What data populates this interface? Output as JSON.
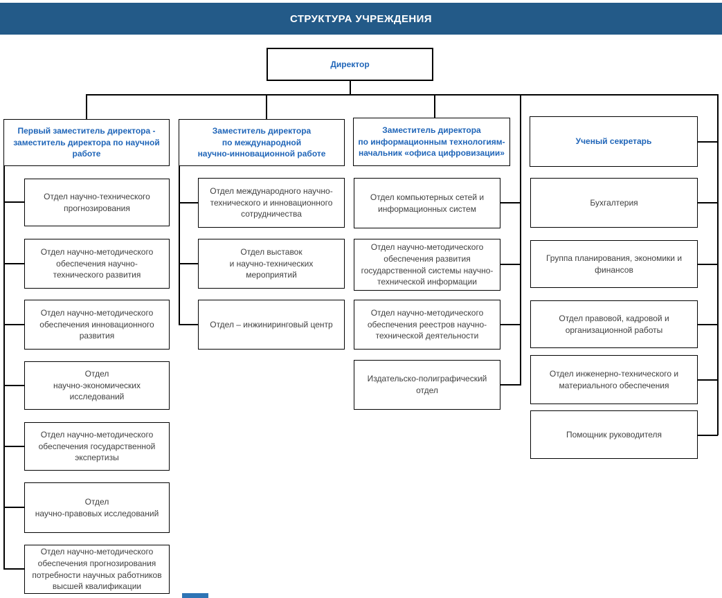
{
  "banner": {
    "title": "СТРУКТУРА УЧРЕЖДЕНИЯ"
  },
  "director": {
    "label": "Директор"
  },
  "columns": [
    {
      "header": "Первый заместитель директора -\nзаместитель директора по научной\nработе",
      "items": [
        "Отдел научно-технического\nпрогнозирования",
        "Отдел научно-методического\nобеспечения научно-\nтехнического развития",
        "Отдел научно-методического\nобеспечения инновационного\nразвития",
        "Отдел\nнаучно-экономических\nисследований",
        "Отдел научно-методического\nобеспечения государственной\nэкспертизы",
        "Отдел\nнаучно-правовых исследований",
        "Отдел научно-методического\nобеспечения прогнозирования\nпотребности научных работников\nвысшей квалификации"
      ]
    },
    {
      "header": "Заместитель директора\nпо международной\nнаучно-инновационной работе",
      "items": [
        "Отдел международного научно-\nтехнического и инновационного\nсотрудничества",
        "Отдел выставок\nи научно-технических\nмероприятий",
        "Отдел – инжиниринговый центр"
      ]
    },
    {
      "header": "Заместитель директора\nпо информационным технологиям-\nначальник «офиса цифровизации»",
      "items": [
        "Отдел компьютерных сетей и\nинформационных систем",
        "Отдел научно-методического\nобеспечения развития\nгосударственной системы научно-\nтехнической информации",
        "Отдел научно-методического\nобеспечения реестров научно-\nтехнической деятельности",
        "Издательско-полиграфический\nотдел"
      ]
    },
    {
      "header": "Ученый секретарь",
      "items": [
        "Бухгалтерия",
        "Группа планирования, экономики и\nфинансов",
        "Отдел правовой, кадровой и\nорганизационной работы",
        "Отдел инженерно-технического и\nматериального обеспечения",
        "Помощник руководителя"
      ]
    }
  ],
  "colors": {
    "banner_bg": "#235A88",
    "banner_text": "#FFFFFF",
    "heading_text": "#1F65B8",
    "body_text": "#404040",
    "line": "#000000",
    "artifact": "#2E74B5"
  }
}
